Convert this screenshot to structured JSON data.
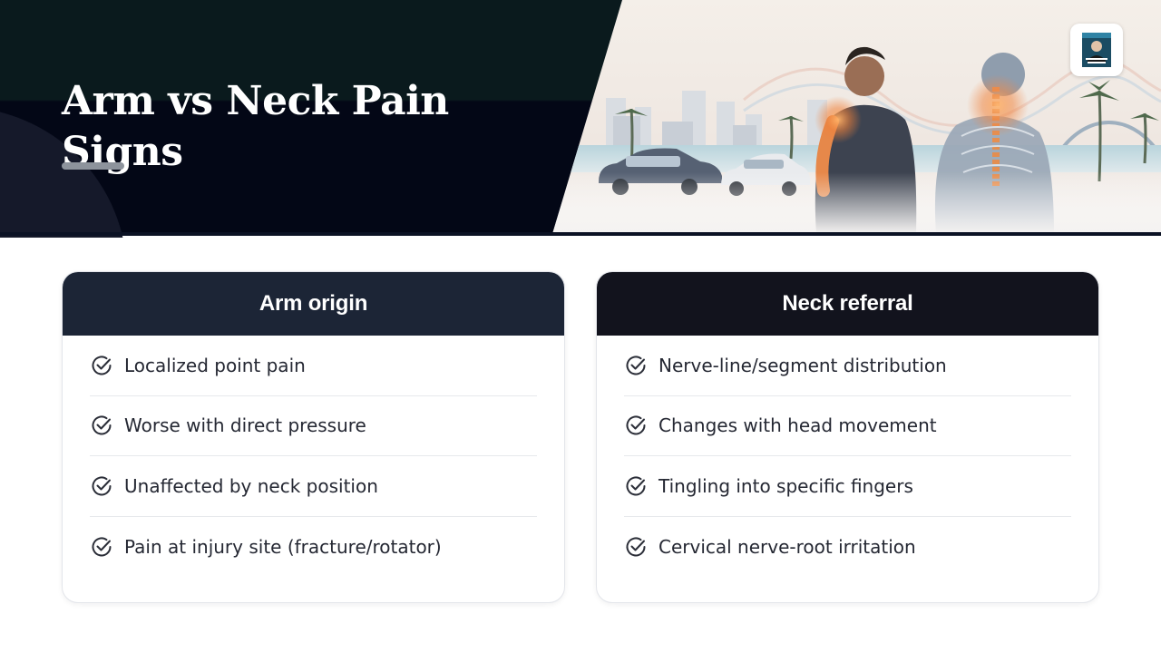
{
  "header": {
    "title": "Arm vs Neck Pain Signs",
    "hero_image": "illustration-two-cars-collision-man-shoulder-pain-man-neck-pain-coastal-city",
    "logo_icon": "portrait-book-cover-icon"
  },
  "cards": [
    {
      "title": "Arm origin",
      "header_color": "#1c2536",
      "items": [
        "Localized point pain",
        "Worse with direct pressure",
        "Unaffected by neck position",
        "Pain at injury site (fracture/rotator)"
      ]
    },
    {
      "title": "Neck referral",
      "header_color": "#12131d",
      "items": [
        "Nerve-line/segment distribution",
        "Changes with head movement",
        "Tingling into specific fingers",
        "Cervical nerve-root irritation"
      ]
    }
  ],
  "icons": {
    "item_marker": "check-circle-icon"
  },
  "colors": {
    "header_dark": "#030716",
    "text": "#252833",
    "accent_glow": "#f08a3c"
  }
}
